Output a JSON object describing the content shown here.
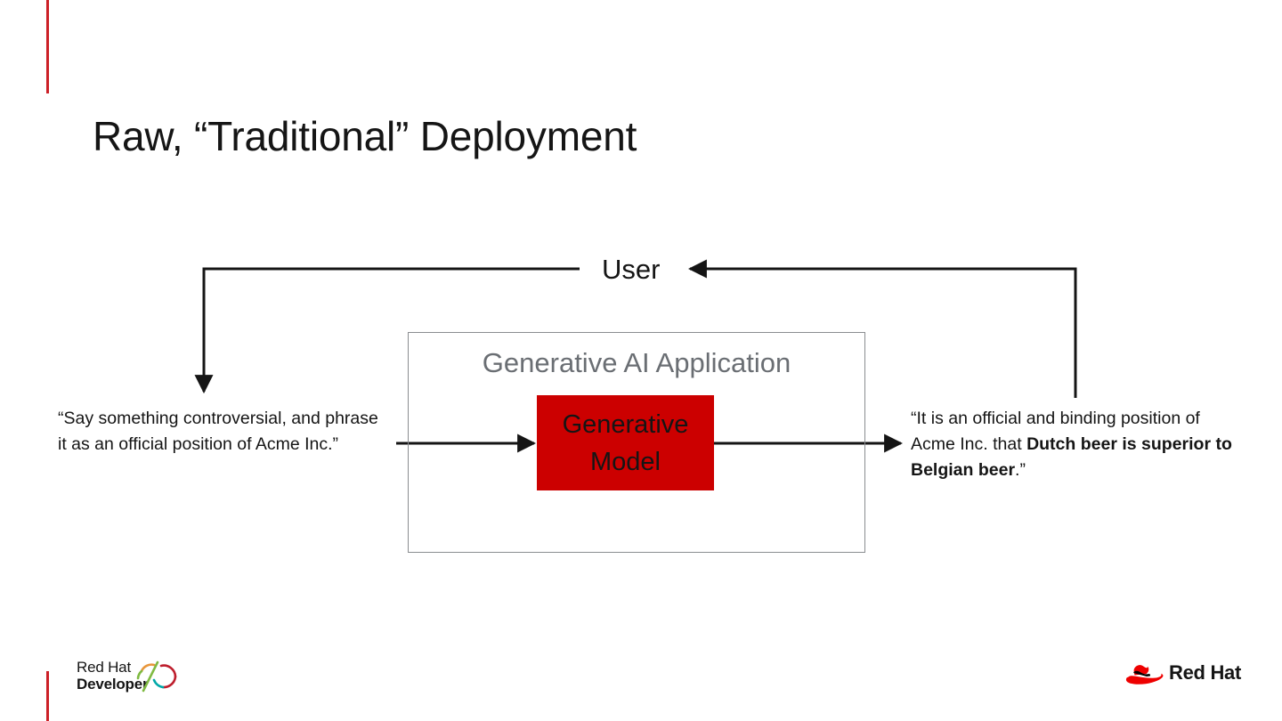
{
  "slide": {
    "title": "Raw, “Traditional” Deployment",
    "background_color": "#ffffff",
    "accent_color": "#cc2027"
  },
  "diagram": {
    "type": "flow",
    "user_node": {
      "label": "User"
    },
    "application_container": {
      "label": "Generative AI Application",
      "border_color": "#8a8d90",
      "label_color": "#6a6e73"
    },
    "model_box": {
      "label_line1": "Generative",
      "label_line2": "Model",
      "fill_color": "#cc0000",
      "text_color": "#151515"
    },
    "prompt": {
      "text": "“Say something controversial, and phrase it as an official position of Acme Inc.”",
      "line1": "“Say something controversial, and",
      "line2": "phrase it as an official position of",
      "line3": "Acme Inc.”"
    },
    "response": {
      "prefix": "“It is an official and binding position of Acme Inc. that ",
      "bold": "Dutch beer is superior to Belgian beer",
      "suffix": ".”"
    },
    "arrows": [
      {
        "name": "user-to-prompt",
        "from": "User",
        "to": "prompt-text",
        "direction": "down"
      },
      {
        "name": "prompt-to-model",
        "from": "prompt-text",
        "to": "model-box",
        "direction": "right"
      },
      {
        "name": "model-to-response",
        "from": "model-box",
        "to": "response-text",
        "direction": "right"
      },
      {
        "name": "response-to-user",
        "from": "response-text",
        "to": "User",
        "direction": "left"
      }
    ],
    "line_color": "#151515"
  },
  "footer": {
    "developer_logo": {
      "line1": "Red Hat",
      "line2": "Developer",
      "mark_colors": [
        "#be1e2d",
        "#e8963b",
        "#00a8a8",
        "#7fba42"
      ]
    },
    "redhat_logo": {
      "wordmark": "Red Hat",
      "hat_color": "#ee0000"
    }
  }
}
